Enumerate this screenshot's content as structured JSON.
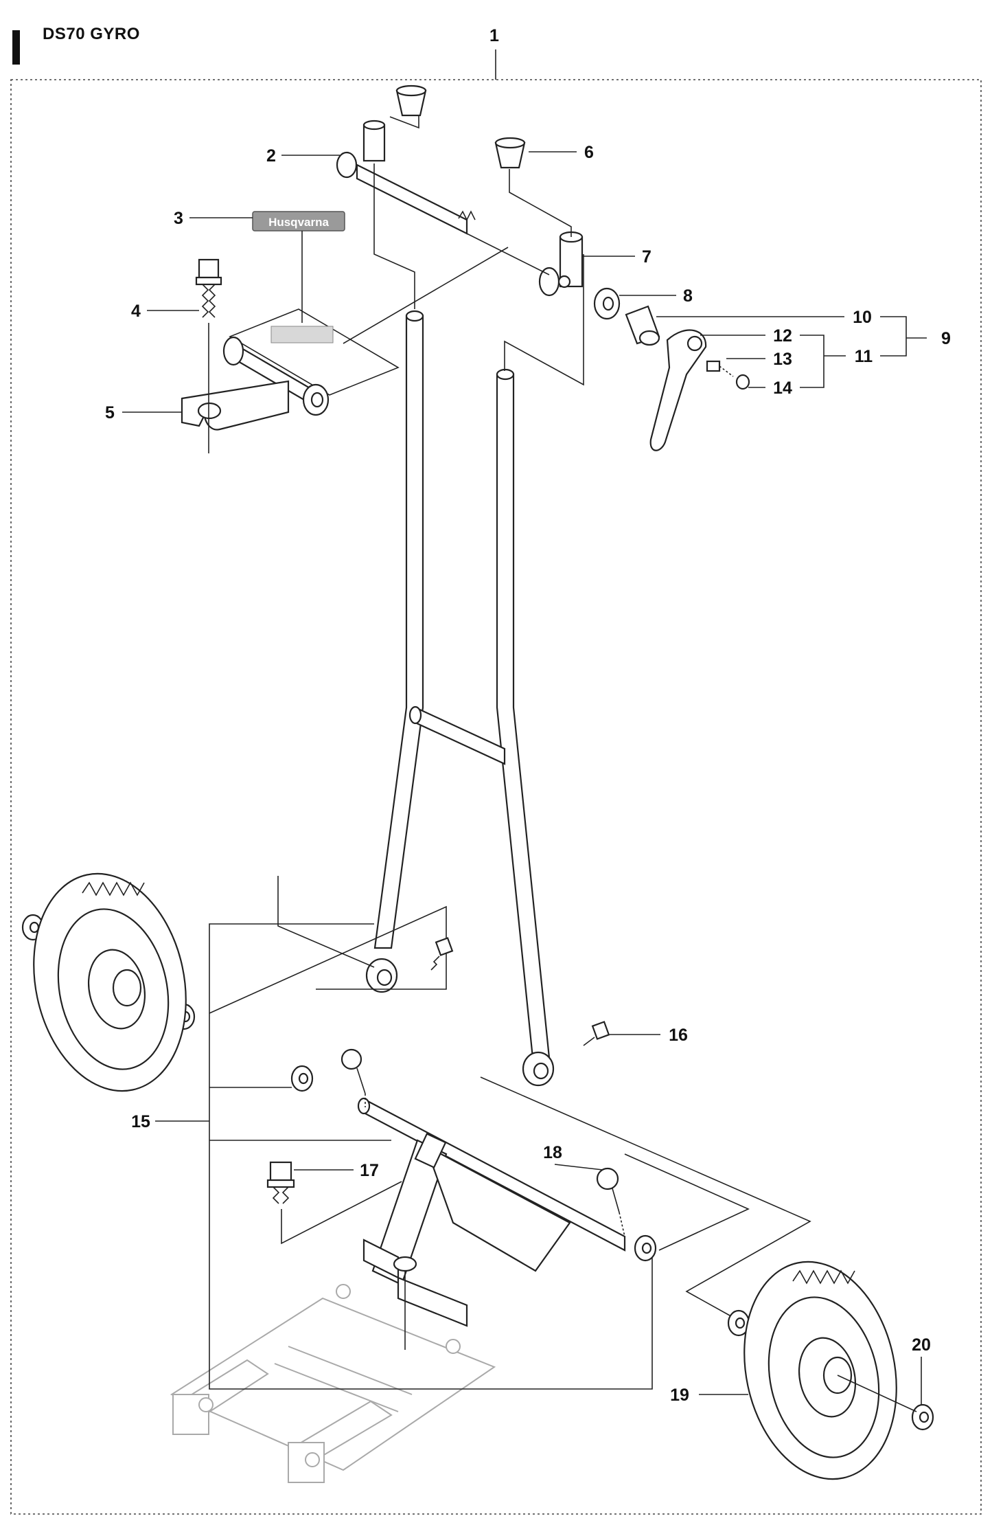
{
  "header": {
    "title": "DS70 GYRO"
  },
  "logo": {
    "text": "Husqvarna"
  },
  "callouts": [
    {
      "id": "1"
    },
    {
      "id": "2"
    },
    {
      "id": "3"
    },
    {
      "id": "4"
    },
    {
      "id": "5"
    },
    {
      "id": "6"
    },
    {
      "id": "7"
    },
    {
      "id": "8"
    },
    {
      "id": "9"
    },
    {
      "id": "10"
    },
    {
      "id": "11"
    },
    {
      "id": "12"
    },
    {
      "id": "13"
    },
    {
      "id": "14"
    },
    {
      "id": "15"
    },
    {
      "id": "16"
    },
    {
      "id": "17"
    },
    {
      "id": "18"
    },
    {
      "id": "19"
    },
    {
      "id": "20"
    }
  ]
}
